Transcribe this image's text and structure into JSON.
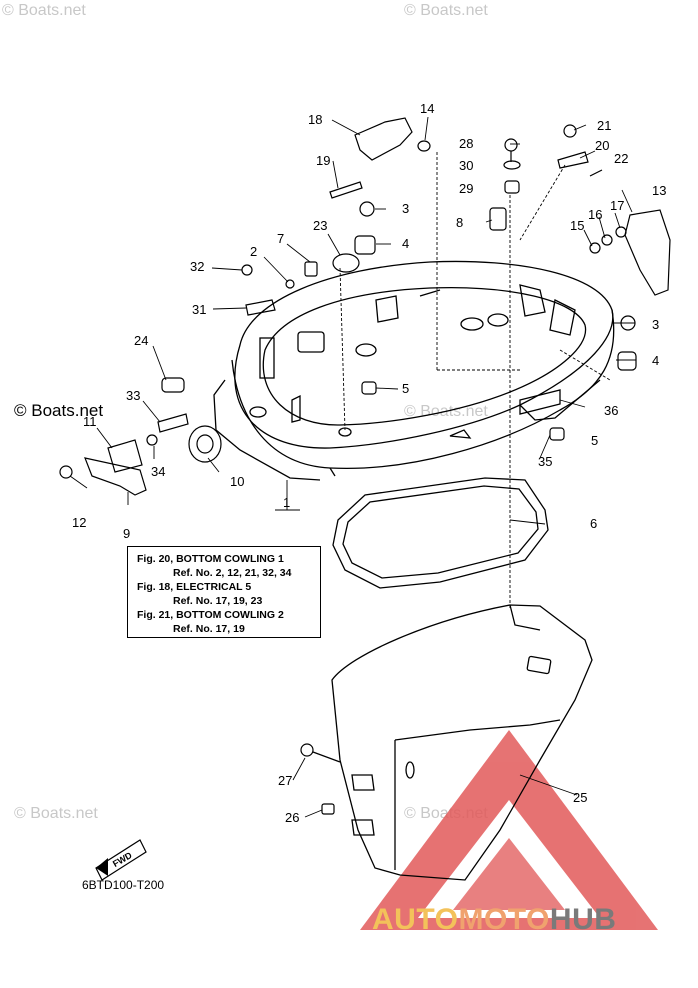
{
  "watermark": {
    "text": "© Boats.net"
  },
  "part_labels": [
    {
      "id": "p1",
      "text": "1"
    },
    {
      "id": "p2",
      "text": "2"
    },
    {
      "id": "p3a",
      "text": "3"
    },
    {
      "id": "p3b",
      "text": "3"
    },
    {
      "id": "p4a",
      "text": "4"
    },
    {
      "id": "p4b",
      "text": "4"
    },
    {
      "id": "p5a",
      "text": "5"
    },
    {
      "id": "p5b",
      "text": "5"
    },
    {
      "id": "p6",
      "text": "6"
    },
    {
      "id": "p7",
      "text": "7"
    },
    {
      "id": "p8",
      "text": "8"
    },
    {
      "id": "p9",
      "text": "9"
    },
    {
      "id": "p10",
      "text": "10"
    },
    {
      "id": "p11",
      "text": "11"
    },
    {
      "id": "p12",
      "text": "12"
    },
    {
      "id": "p13",
      "text": "13"
    },
    {
      "id": "p14",
      "text": "14"
    },
    {
      "id": "p15",
      "text": "15"
    },
    {
      "id": "p16",
      "text": "16"
    },
    {
      "id": "p17",
      "text": "17"
    },
    {
      "id": "p18",
      "text": "18"
    },
    {
      "id": "p19",
      "text": "19"
    },
    {
      "id": "p20",
      "text": "20"
    },
    {
      "id": "p21",
      "text": "21"
    },
    {
      "id": "p22",
      "text": "22"
    },
    {
      "id": "p23",
      "text": "23"
    },
    {
      "id": "p24",
      "text": "24"
    },
    {
      "id": "p25",
      "text": "25"
    },
    {
      "id": "p26",
      "text": "26"
    },
    {
      "id": "p27",
      "text": "27"
    },
    {
      "id": "p28",
      "text": "28"
    },
    {
      "id": "p29",
      "text": "29"
    },
    {
      "id": "p30",
      "text": "30"
    },
    {
      "id": "p31",
      "text": "31"
    },
    {
      "id": "p32",
      "text": "32"
    },
    {
      "id": "p33",
      "text": "33"
    },
    {
      "id": "p34",
      "text": "34"
    },
    {
      "id": "p35",
      "text": "35"
    },
    {
      "id": "p36",
      "text": "36"
    }
  ],
  "reference_box": {
    "lines": [
      {
        "text": "Fig. 20, BOTTOM COWLING 1",
        "indent": false
      },
      {
        "text": "Ref. No. 2, 12, 21, 32, 34",
        "indent": true
      },
      {
        "text": "Fig. 18, ELECTRICAL 5",
        "indent": false
      },
      {
        "text": "Ref. No. 17, 19, 23",
        "indent": true
      },
      {
        "text": "Fig. 21, BOTTOM COWLING 2",
        "indent": false
      },
      {
        "text": "Ref. No. 17, 19",
        "indent": true
      }
    ]
  },
  "fwd_marker": {
    "text": "FWD"
  },
  "diagram_code": "6BTD100-T200",
  "brand": {
    "part1": "AUTO",
    "part2": "MOTO",
    "part3": "HUB",
    "colors": {
      "auto": "#f3c25a",
      "moto": "#f0a26e",
      "hub": "#7a7a7a",
      "triangle": "#e05555"
    }
  }
}
